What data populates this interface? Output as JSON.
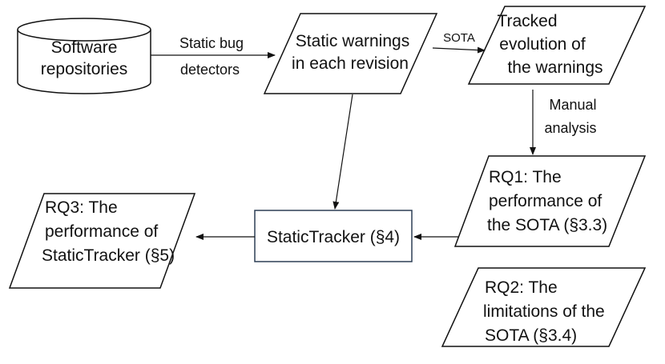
{
  "diagram": {
    "nodes": {
      "software_repositories": {
        "lines": [
          "Software",
          "repositories"
        ]
      },
      "static_warnings": {
        "lines": [
          "Static warnings",
          "in each revision"
        ]
      },
      "tracked_evolution": {
        "lines": [
          "Tracked",
          "evolution of",
          "the warnings"
        ]
      },
      "rq1": {
        "lines": [
          "RQ1: The",
          "performance of",
          "the SOTA (§3.3)"
        ]
      },
      "static_tracker": {
        "lines": [
          "StaticTracker (§4)"
        ]
      },
      "rq3": {
        "lines": [
          "RQ3: The",
          "performance of",
          "StaticTracker (§5)"
        ]
      },
      "rq2": {
        "lines": [
          "RQ2: The",
          "limitations of the",
          "SOTA (§3.4)"
        ]
      }
    },
    "edges": {
      "repos_to_warnings": {
        "lines": [
          "Static bug",
          "detectors"
        ]
      },
      "warnings_to_tracked": {
        "lines": [
          "SOTA"
        ]
      },
      "tracked_to_rq1": {
        "lines": [
          "Manual",
          "analysis"
        ]
      },
      "warnings_to_tracker": {
        "lines": []
      },
      "rq1_to_tracker": {
        "lines": []
      },
      "tracker_to_rq3": {
        "lines": []
      }
    }
  }
}
